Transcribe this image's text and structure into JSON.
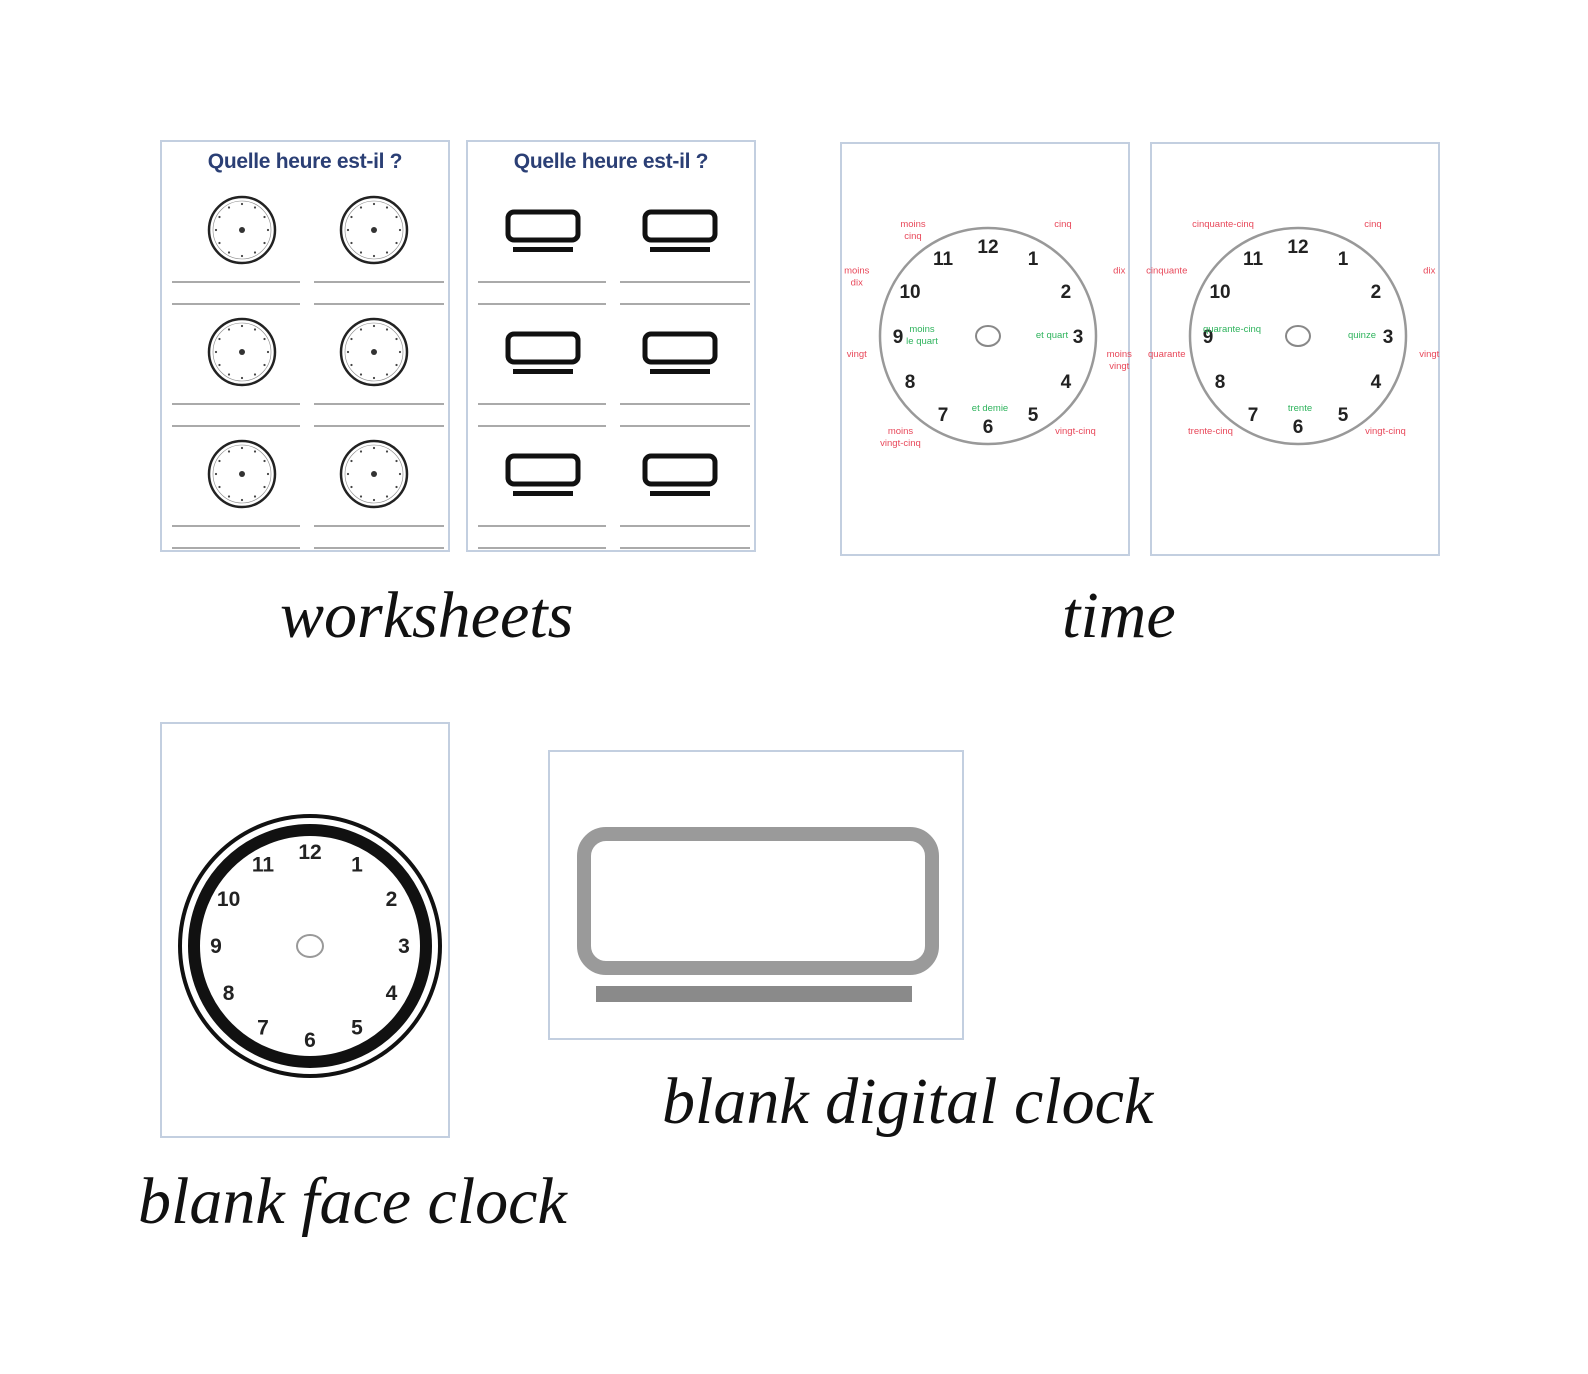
{
  "worksheets": {
    "caption": "worksheets",
    "sheet1_title": "Quelle heure est-il ?",
    "sheet2_title": "Quelle heure est-il ?"
  },
  "time": {
    "caption": "time",
    "dial_numbers": [
      "12",
      "1",
      "2",
      "3",
      "4",
      "5",
      "6",
      "7",
      "8",
      "9",
      "10",
      "11"
    ],
    "sheet1": {
      "red_labels": [
        "moins cinq",
        "cinq",
        "moins dix",
        "dix",
        "vingt",
        "moins vingt",
        "moins vingt-cinq",
        "vingt-cinq"
      ],
      "green_labels": [
        "moins le quart",
        "et quart",
        "et demie"
      ]
    },
    "sheet2": {
      "red_labels": [
        "cinquante-cinq",
        "cinq",
        "cinquante",
        "dix",
        "quarante",
        "vingt",
        "trente-cinq",
        "vingt-cinq"
      ],
      "green_labels": [
        "quarante-cinq",
        "quinze",
        "trente"
      ]
    },
    "colors": {
      "red": "#e8485a",
      "green": "#2eb35c"
    }
  },
  "blank_face_clock": {
    "caption": "blank face clock",
    "dial_numbers": [
      "12",
      "1",
      "2",
      "3",
      "4",
      "5",
      "6",
      "7",
      "8",
      "9",
      "10",
      "11"
    ]
  },
  "blank_digital_clock": {
    "caption": "blank digital clock"
  }
}
